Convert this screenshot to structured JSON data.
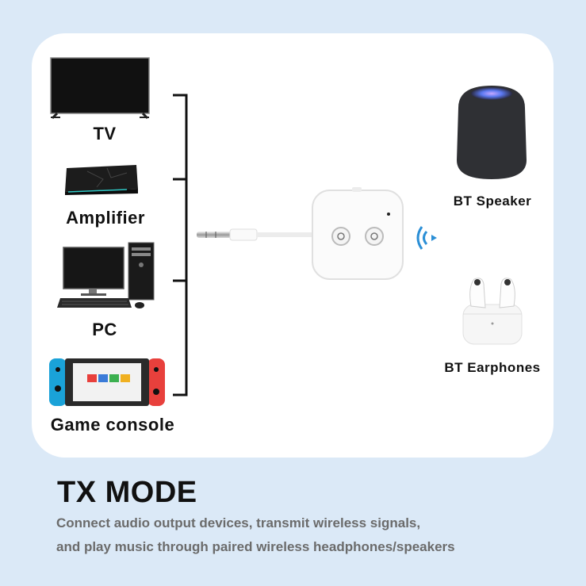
{
  "sources": {
    "tv": "TV",
    "amplifier": "Amplifier",
    "pc": "PC",
    "game_console": "Game console"
  },
  "outputs": {
    "speaker": "BT Speaker",
    "earphones": "BT Earphones"
  },
  "mode_title": "TX MODE",
  "description": {
    "line1": "Connect audio output devices, transmit wireless signals,",
    "line2": "and play music through paired wireless headphones/speakers"
  },
  "colors": {
    "background": "#dbe9f7",
    "card": "#ffffff",
    "bluetooth_wave": "#2b8fd6"
  },
  "icons": [
    "tv-icon",
    "amplifier-icon",
    "pc-icon",
    "game-console-icon",
    "transmitter-device-icon",
    "wireless-signal-icon",
    "smart-speaker-icon",
    "earbuds-case-icon"
  ]
}
